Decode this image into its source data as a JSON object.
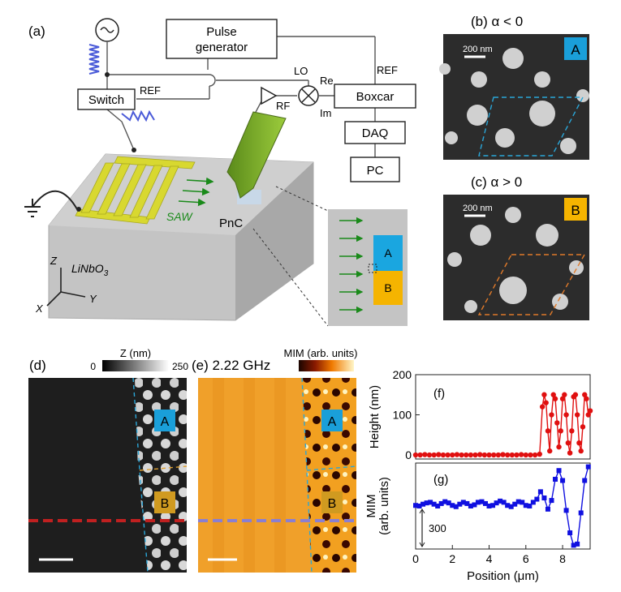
{
  "panels": {
    "a": "(a)",
    "b": "(b) α < 0",
    "c": "(c) α > 0",
    "d": "(d)",
    "e": "(e) 2.22 GHz",
    "f": "(f)",
    "g": "(g)"
  },
  "schematic": {
    "pulse_generator_line1": "Pulse",
    "pulse_generator_line2": "generator",
    "switch": "Switch",
    "boxcar": "Boxcar",
    "daq": "DAQ",
    "pc": "PC",
    "ref_switch": "REF",
    "ref_boxcar": "REF",
    "lo": "LO",
    "re": "Re",
    "im": "Im",
    "rf": "RF",
    "saw": "SAW",
    "pnc": "PnC",
    "substrate_prefix": "LiNbO",
    "substrate_sub": "3",
    "axis_z": "Z",
    "axis_x": "X",
    "axis_y": "Y",
    "inset_a": "A",
    "inset_b": "B"
  },
  "sem": {
    "scale_label": "200 nm",
    "badge_b": "A",
    "badge_c": "B",
    "colors": {
      "badge_a": "#1a9fd9",
      "badge_b": "#f5b400",
      "dash_a": "#2aa6d8",
      "dash_b": "#e07a2a"
    }
  },
  "maps": {
    "z_colorbar_title": "Z (nm)",
    "z_min": "0",
    "z_max": "250",
    "mim_colorbar_title": "MIM (arb. units)",
    "region_a": "A",
    "region_b": "B",
    "colors": {
      "line_d": "#c02020",
      "line_e": "#8a7fd0"
    }
  },
  "chart_data": [
    {
      "type": "line",
      "panel": "(f)",
      "xlabel": "",
      "ylabel": "Height (nm)",
      "xlim": [
        0,
        9.5
      ],
      "ylim": [
        -10,
        200
      ],
      "yticks": [
        0,
        100,
        200
      ],
      "color": "#e01010",
      "series": [
        {
          "x": [
            0,
            0.25,
            0.5,
            0.75,
            1,
            1.25,
            1.5,
            1.75,
            2,
            2.25,
            2.5,
            2.75,
            3,
            3.25,
            3.5,
            3.75,
            4,
            4.25,
            4.5,
            4.75,
            5,
            5.25,
            5.5,
            5.75,
            6,
            6.25,
            6.5,
            6.75,
            6.9,
            7.0,
            7.1,
            7.2,
            7.3,
            7.4,
            7.5,
            7.6,
            7.7,
            7.8,
            7.9,
            8.0,
            8.1,
            8.2,
            8.3,
            8.4,
            8.5,
            8.6,
            8.7,
            8.8,
            8.9,
            9.0,
            9.1,
            9.2,
            9.3,
            9.4,
            9.5
          ],
          "values": [
            0,
            0,
            1,
            0,
            0,
            1,
            0,
            0,
            0,
            1,
            0,
            0,
            0,
            0,
            1,
            0,
            0,
            0,
            0,
            1,
            0,
            0,
            0,
            1,
            0,
            0,
            0,
            2,
            120,
            150,
            130,
            60,
            10,
            100,
            150,
            140,
            80,
            20,
            60,
            140,
            150,
            100,
            30,
            5,
            60,
            145,
            150,
            100,
            30,
            10,
            70,
            150,
            140,
            100,
            110
          ]
        }
      ]
    },
    {
      "type": "line",
      "panel": "(g)",
      "xlabel": "Position (μm)",
      "ylabel": "MIM (arb. units)",
      "xlim": [
        0,
        9.5
      ],
      "xticks": [
        0,
        2,
        4,
        6,
        8
      ],
      "scale_bar_label": "300",
      "color": "#1010e0",
      "series": [
        {
          "x": [
            0,
            0.2,
            0.4,
            0.6,
            0.8,
            1.0,
            1.2,
            1.4,
            1.6,
            1.8,
            2.0,
            2.2,
            2.4,
            2.6,
            2.8,
            3.0,
            3.2,
            3.4,
            3.6,
            3.8,
            4.0,
            4.2,
            4.4,
            4.6,
            4.8,
            5.0,
            5.2,
            5.4,
            5.6,
            5.8,
            6.0,
            6.2,
            6.4,
            6.6,
            6.8,
            7.0,
            7.2,
            7.4,
            7.6,
            7.8,
            8.0,
            8.2,
            8.4,
            8.6,
            8.8,
            9.0,
            9.2,
            9.4
          ],
          "values": [
            0,
            -5,
            10,
            20,
            25,
            10,
            -5,
            15,
            30,
            20,
            0,
            -10,
            10,
            25,
            15,
            -5,
            5,
            25,
            30,
            15,
            -5,
            0,
            20,
            35,
            25,
            0,
            -10,
            10,
            30,
            25,
            0,
            -5,
            25,
            50,
            110,
            60,
            -30,
            40,
            210,
            280,
            200,
            -40,
            -220,
            -320,
            -310,
            -60,
            200,
            310
          ]
        }
      ]
    }
  ]
}
